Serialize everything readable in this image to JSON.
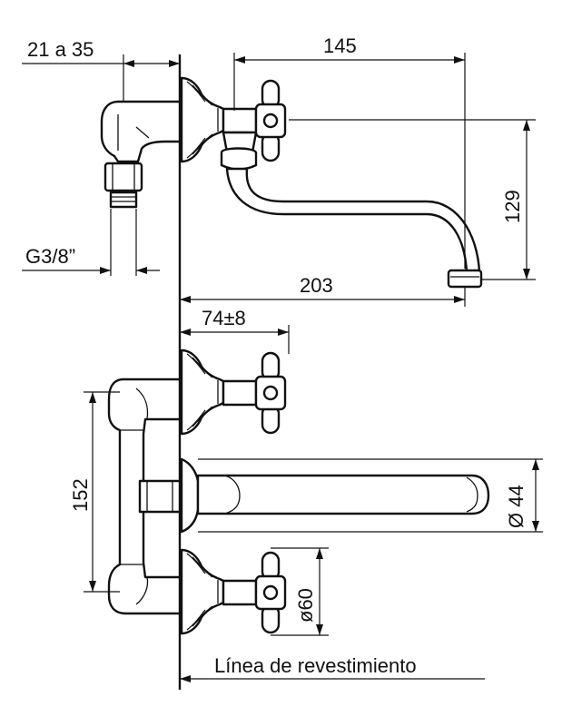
{
  "dimensions": {
    "wall_range": "21 a 35",
    "spout_reach_top": "145",
    "height": "129",
    "thread": "G3/8”",
    "spout_reach": "203",
    "offset": "74±8",
    "spacing": "152",
    "diameter_44": "Ø 44",
    "diameter_60": "ø60"
  },
  "labels": {
    "finish_line": "Línea de revestimiento"
  }
}
